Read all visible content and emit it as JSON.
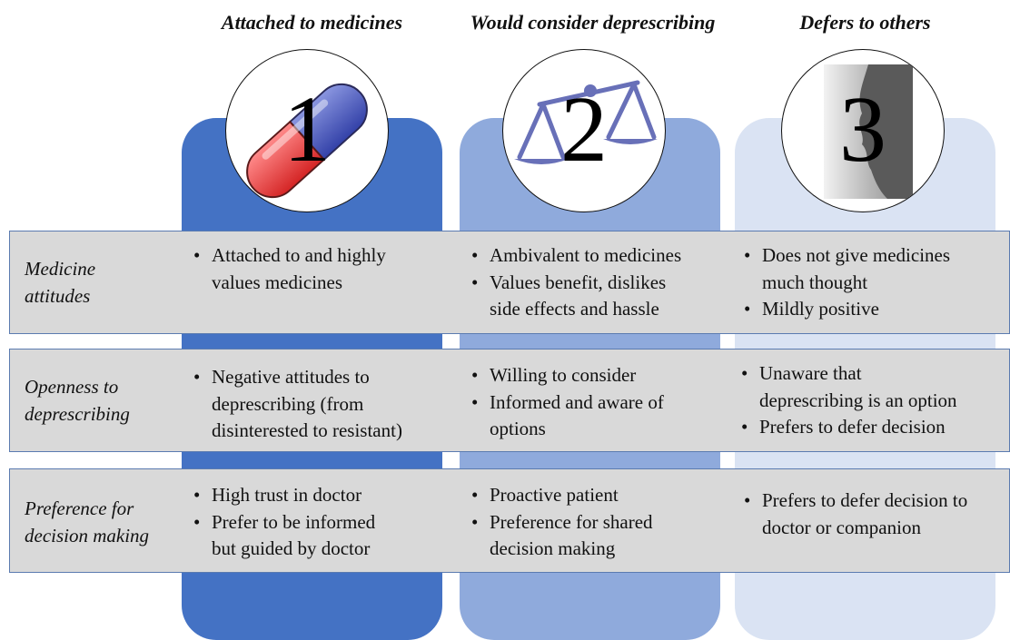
{
  "columns": [
    {
      "title": "Attached to medicines",
      "number": "1",
      "icon": "pill-capsule-icon",
      "color": "#4472c4"
    },
    {
      "title": "Would consider deprescribing",
      "number": "2",
      "icon": "balance-scale-icon",
      "color": "#8faadc"
    },
    {
      "title": "Defers to others",
      "number": "3",
      "icon": "face-silhouette-icon",
      "color": "#dae3f3"
    }
  ],
  "rows": [
    {
      "label": [
        "Medicine",
        "attitudes"
      ],
      "cells": [
        [
          "Attached to and  highly",
          "values medicines"
        ],
        [
          "Ambivalent to medicines",
          "Values benefit, dislikes",
          "side effects and hassle"
        ],
        [
          "Does not give medicines",
          "much thought",
          "Mildly positive"
        ]
      ]
    },
    {
      "label": [
        "Openness to",
        "deprescribing"
      ],
      "cells": [
        [
          "Negative attitudes to",
          "deprescribing (from",
          "disinterested to resistant)"
        ],
        [
          "Willing to consider",
          "Informed and aware of",
          "options"
        ],
        [
          "Unaware that",
          "deprescribing is an option",
          "Prefers to defer decision"
        ]
      ]
    },
    {
      "label": [
        "Preference for",
        "decision making"
      ],
      "cells": [
        [
          "High trust in doctor",
          "Prefer to be informed",
          "but guided by doctor"
        ],
        [
          "Proactive patient",
          "Preference for shared",
          "decision making"
        ],
        [
          "Prefers to defer decision to",
          "doctor or companion"
        ]
      ]
    }
  ]
}
